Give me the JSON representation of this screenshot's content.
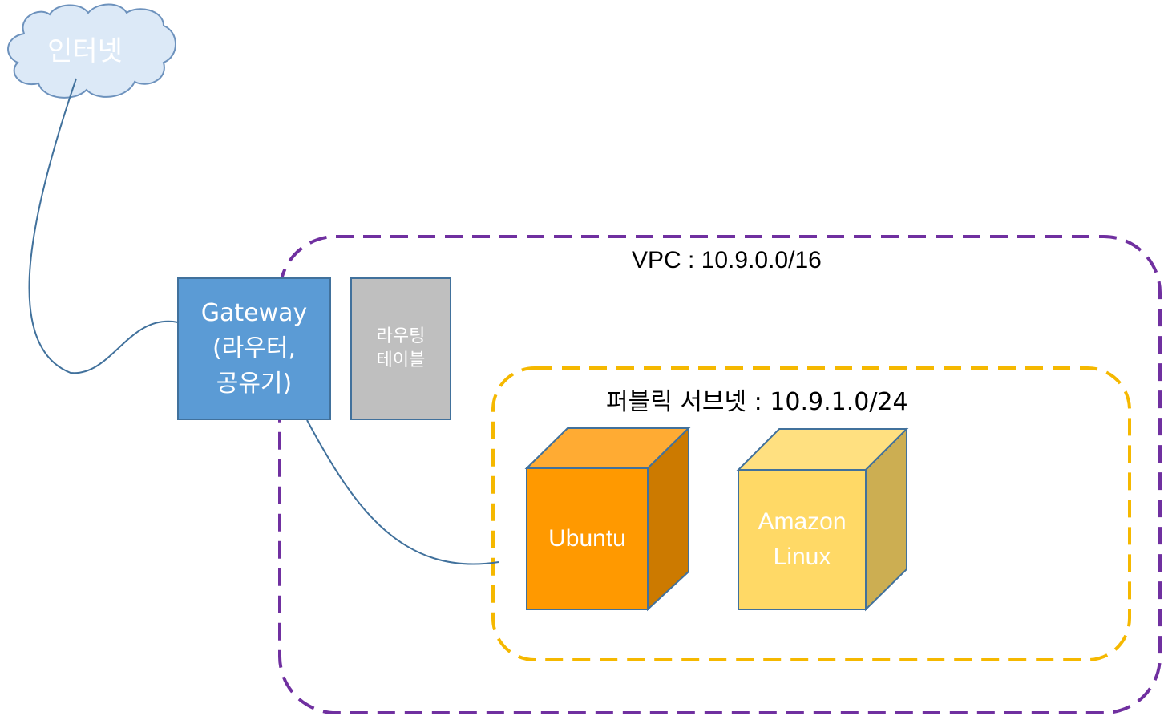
{
  "internet": {
    "label": "인터넷"
  },
  "gateway": {
    "lines": [
      "Gateway",
      "(라우터,",
      "공유기)"
    ]
  },
  "routing_table": {
    "lines": [
      "라우팅",
      "테이블"
    ]
  },
  "vpc": {
    "label": "VPC : 10.9.0.0/16"
  },
  "subnet": {
    "label": "퍼블릭 서브넷 : 10.9.1.0/24"
  },
  "instances": [
    {
      "lines": [
        "Ubuntu"
      ]
    },
    {
      "lines": [
        "Amazon",
        "Linux"
      ]
    }
  ],
  "colors": {
    "vpc_border": "#7030a0",
    "subnet_border": "#f5b800",
    "gateway_fill": "#5b9bd5",
    "routing_fill": "#bfbfbf",
    "ubuntu_front": "#ff9900",
    "ubuntu_top": "#ffab33",
    "ubuntu_side": "#cc7a00",
    "amazon_front": "#ffd966",
    "amazon_top": "#ffe080",
    "amazon_side": "#ccae52",
    "cloud_fill": "#dce9f7",
    "cloud_border": "#6d92bd",
    "connector": "#41719c"
  }
}
